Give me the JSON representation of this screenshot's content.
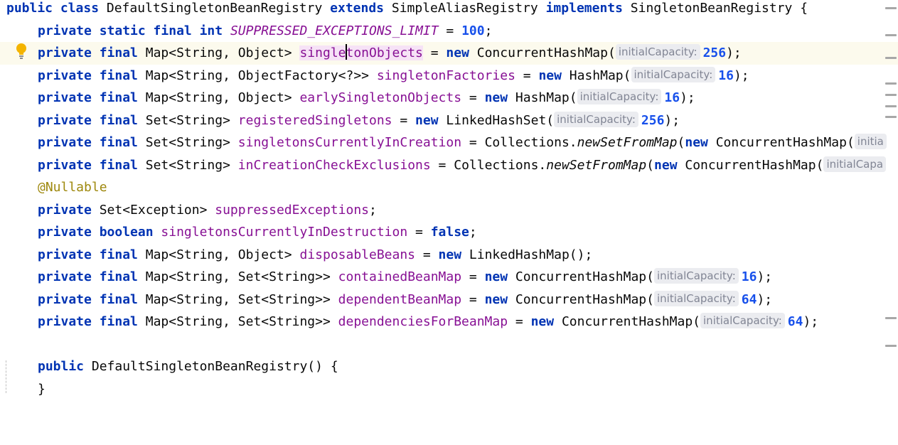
{
  "editor": {
    "colors": {
      "keyword": "#0033b3",
      "field": "#871094",
      "number": "#1750eb",
      "hint_bg": "#ebecf0",
      "current_line": "#fcfaed"
    },
    "lines": {
      "l0": {
        "a": "public class",
        "b": " DefaultSingletonBeanRegistry ",
        "c": "extends",
        "d": " SimpleAliasRegistry ",
        "e": "implements",
        "f": " SingletonBeanRegistry {"
      },
      "l1": {
        "a": "private static final int",
        "b": " ",
        "c": "SUPPRESSED_EXCEPTIONS_LIMIT",
        "d": " = ",
        "e": "100",
        "f": ";"
      },
      "l2": {
        "a": "private final",
        "b": " Map<String, Object> ",
        "c1": "single",
        "c2": "tonObjects",
        "d": " = ",
        "e": "new",
        "f": " ConcurrentHashMap(",
        "hint": "initialCapacity:",
        "g": "256",
        "h": ");"
      },
      "l3": {
        "a": "private final",
        "b": " Map<String, ObjectFactory<?>> ",
        "c": "singletonFactories",
        "d": " = ",
        "e": "new",
        "f": " HashMap(",
        "hint": "initialCapacity:",
        "g": "16",
        "h": ");"
      },
      "l4": {
        "a": "private final",
        "b": " Map<String, Object> ",
        "c": "earlySingletonObjects",
        "d": " = ",
        "e": "new",
        "f": " HashMap(",
        "hint": "initialCapacity:",
        "g": "16",
        "h": ");"
      },
      "l5": {
        "a": "private final",
        "b": " Set<String> ",
        "c": "registeredSingletons",
        "d": " = ",
        "e": "new",
        "f": " LinkedHashSet(",
        "hint": "initialCapacity:",
        "g": "256",
        "h": ");"
      },
      "l6": {
        "a": "private final",
        "b": " Set<String> ",
        "c": "singletonsCurrentlyInCreation",
        "d": " = Collections.",
        "m": "newSetFromMap",
        "p": "(",
        "e": "new",
        "f": " ConcurrentHashMap(",
        "hint": "initia"
      },
      "l7": {
        "a": "private final",
        "b": " Set<String> ",
        "c": "inCreationCheckExclusions",
        "d": " = Collections.",
        "m": "newSetFromMap",
        "p": "(",
        "e": "new",
        "f": " ConcurrentHashMap(",
        "hint": "initialCapa"
      },
      "l8": {
        "anno": "@Nullable"
      },
      "l9": {
        "a": "private",
        "b": " Set<Exception> ",
        "c": "suppressedExceptions",
        "d": ";"
      },
      "l10": {
        "a": "private boolean",
        "b": " ",
        "c": "singletonsCurrentlyInDestruction",
        "d": " = ",
        "e": "false",
        "f": ";"
      },
      "l11": {
        "a": "private final",
        "b": " Map<String, Object> ",
        "c": "disposableBeans",
        "d": " = ",
        "e": "new",
        "f": " LinkedHashMap();"
      },
      "l12": {
        "a": "private final",
        "b": " Map<String, Set<String>> ",
        "c": "containedBeanMap",
        "d": " = ",
        "e": "new",
        "f": " ConcurrentHashMap(",
        "hint": "initialCapacity:",
        "g": "16",
        "h": ");"
      },
      "l13": {
        "a": "private final",
        "b": " Map<String, Set<String>> ",
        "c": "dependentBeanMap",
        "d": " = ",
        "e": "new",
        "f": " ConcurrentHashMap(",
        "hint": "initialCapacity:",
        "g": "64",
        "h": ");"
      },
      "l14": {
        "a": "private final",
        "b": " Map<String, Set<String>> ",
        "c": "dependenciesForBeanMap",
        "d": " = ",
        "e": "new",
        "f": " ConcurrentHashMap(",
        "hint": "initialCapacity:",
        "g": "64",
        "h": ");"
      },
      "l16": {
        "a": "public",
        "b": " DefaultSingletonBeanRegistry() {"
      },
      "l17": {
        "b": "}"
      }
    }
  }
}
